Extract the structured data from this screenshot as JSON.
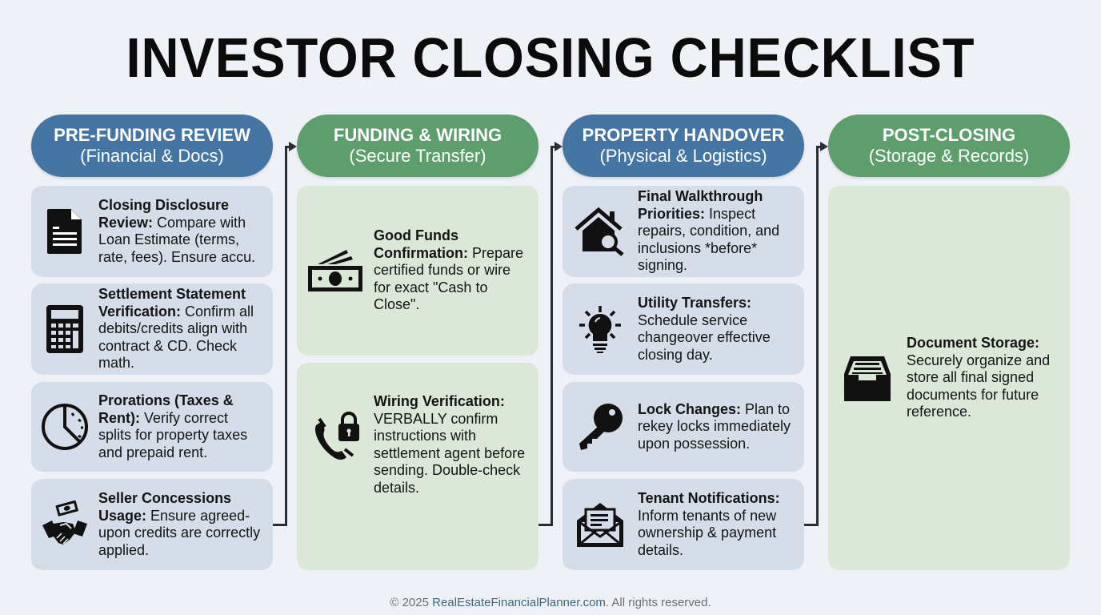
{
  "title": "INVESTOR CLOSING CHECKLIST",
  "colors": {
    "background": "#eef2f7",
    "blue_header": "#4575a3",
    "green_header": "#5e9d6c",
    "blue_card": "#d4dde8",
    "green_card": "#dbe8d8",
    "connector": "#2a2d33"
  },
  "columns": [
    {
      "header": {
        "title": "PRE-FUNDING REVIEW",
        "subtitle": "(Financial & Docs)"
      },
      "theme": "blue",
      "items": [
        {
          "icon": "document-icon",
          "label": "Closing Disclosure Review:",
          "text": " Compare with Loan Estimate (terms, rate, fees). Ensure accu."
        },
        {
          "icon": "calculator-icon",
          "label": "Settlement Statement Verification:",
          "text": " Confirm all debits/credits align with contract & CD. Check math."
        },
        {
          "icon": "clock-pie-icon",
          "label": "Prorations (Taxes & Rent):",
          "text": " Verify correct splits for property taxes and prepaid rent."
        },
        {
          "icon": "handshake-money-icon",
          "label": "Seller Concessions Usage:",
          "text": " Ensure agreed-upon credits are correctly applied."
        }
      ]
    },
    {
      "header": {
        "title": "FUNDING & WIRING",
        "subtitle": "(Secure Transfer)"
      },
      "theme": "green",
      "items": [
        {
          "icon": "cash-icon",
          "label": "Good Funds Confirmation:",
          "text": " Prepare certified funds or wire for exact \"Cash to Close\"."
        },
        {
          "icon": "phone-lock-icon",
          "label": "Wiring Verification:",
          "text": " VERBALLY confirm instructions with settlement agent before sending. Double-check details."
        }
      ]
    },
    {
      "header": {
        "title": "PROPERTY HANDOVER",
        "subtitle": "(Physical & Logistics)"
      },
      "theme": "blue",
      "items": [
        {
          "icon": "house-search-icon",
          "label": "Final Walkthrough Priorities:",
          "text": " Inspect repairs, condition, and inclusions *before* signing."
        },
        {
          "icon": "lightbulb-icon",
          "label": "Utility Transfers:",
          "text": " Schedule service changeover effective closing day."
        },
        {
          "icon": "key-icon",
          "label": "Lock Changes:",
          "text": " Plan to rekey locks immediately upon possession."
        },
        {
          "icon": "envelope-letter-icon",
          "label": "Tenant Notifications:",
          "text": " Inform tenants of new ownership & payment details."
        }
      ]
    },
    {
      "header": {
        "title": "POST-CLOSING",
        "subtitle": "(Storage & Records)"
      },
      "theme": "green",
      "items": [
        {
          "icon": "file-tray-icon",
          "label": "Document Storage:",
          "text": " Securely organize and store all final signed documents for future reference."
        }
      ]
    }
  ],
  "footer": {
    "prefix": "© 2025 ",
    "link": "RealEstateFinancialPlanner.com",
    "suffix": ". All rights reserved."
  }
}
